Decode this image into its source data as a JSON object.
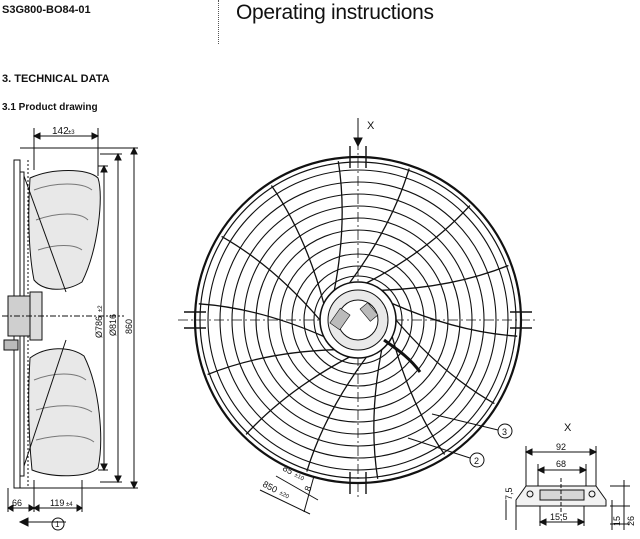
{
  "header": {
    "doc_code": "S3G800-BO84-01",
    "title": "Operating instructions"
  },
  "section": {
    "title": "3. TECHNICAL DATA",
    "subsection": "3.1 Product drawing"
  },
  "side_view": {
    "dim_top": "142",
    "dim_top_tol": "±3",
    "dim_dia_inner": "Ø786",
    "dim_dia_inner_tol": "±2",
    "dim_dia_outer": "Ø816",
    "dim_height": "860",
    "dim_left_bottom": "66",
    "dim_right_bottom": "119",
    "dim_right_bottom_tol": "±4",
    "callout_1": "1"
  },
  "front_view": {
    "axis_label": "X",
    "dim_85": "85",
    "dim_85_tol": "±10",
    "dim_8": "8",
    "dim_850": "850",
    "dim_850_tol": "±20",
    "callout_2": "2",
    "callout_3": "3"
  },
  "detail_view": {
    "axis_label": "X",
    "dim_92": "92",
    "dim_68": "68",
    "dim_7_5": "7,5",
    "dim_15_5": "15,5",
    "dim_15": "15",
    "dim_26": "26"
  }
}
